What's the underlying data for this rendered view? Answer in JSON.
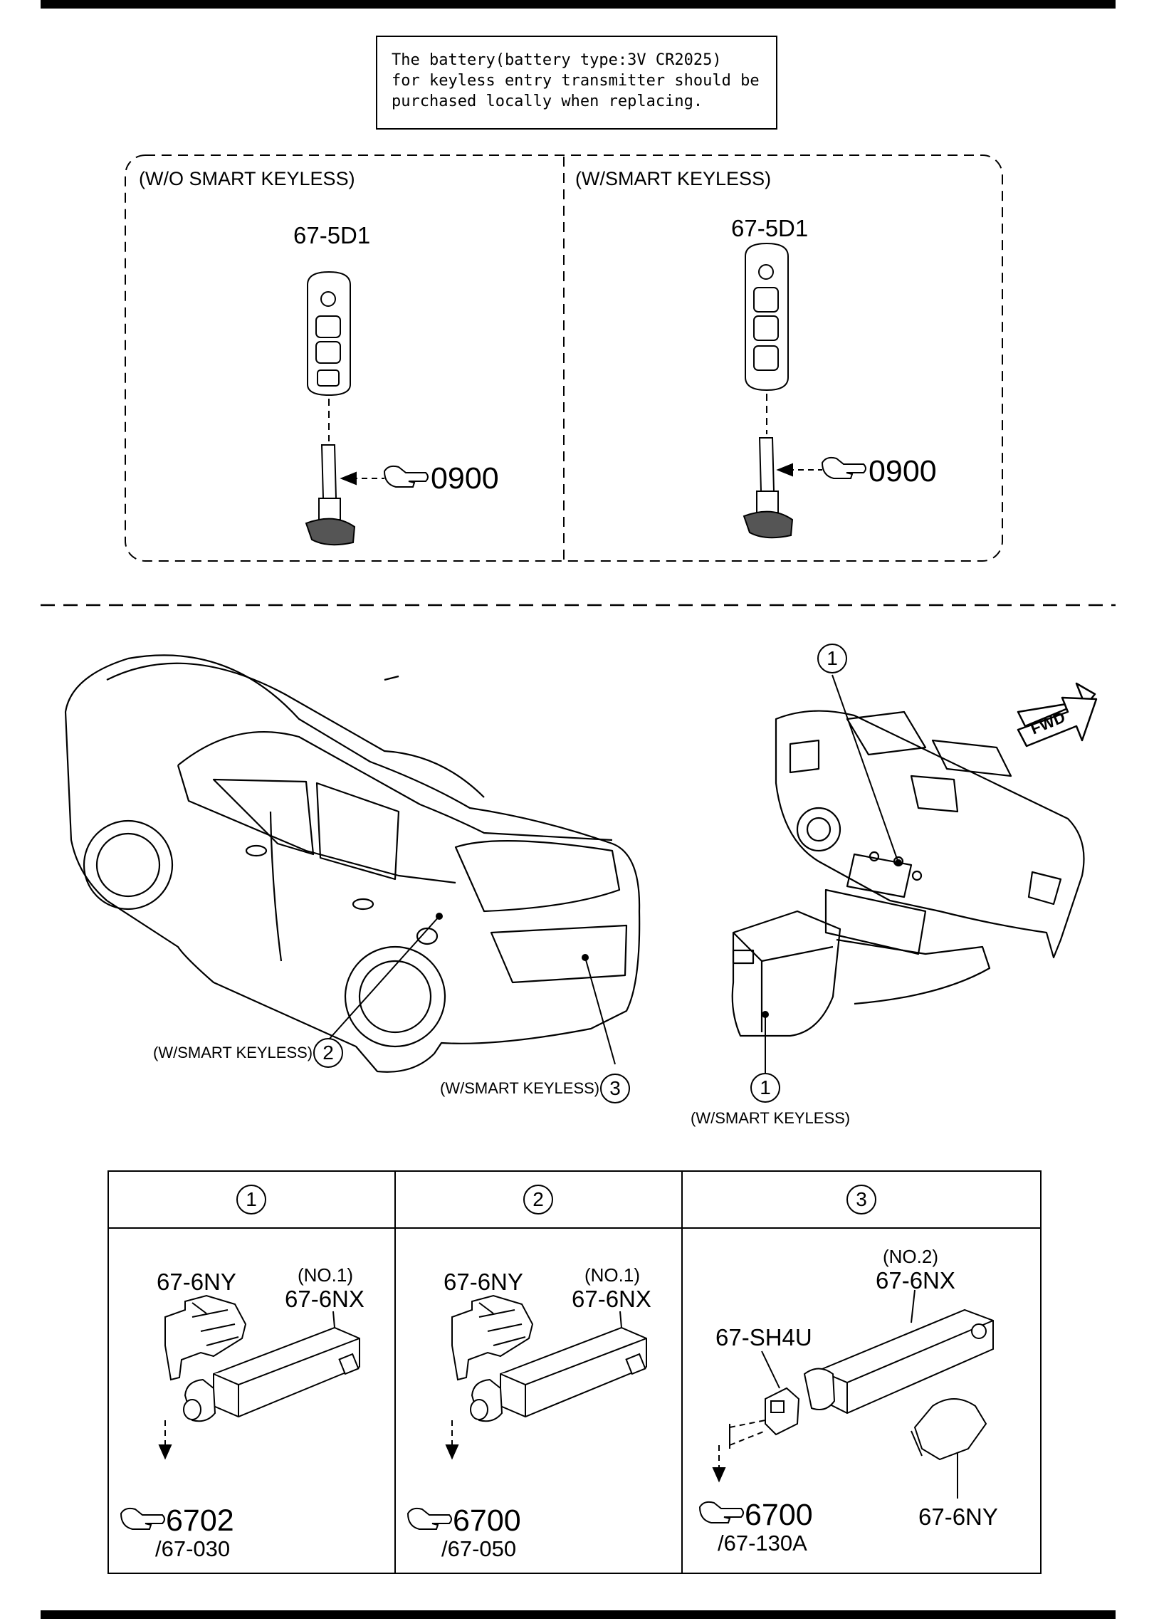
{
  "note": {
    "lines": [
      "The battery(battery type:3V CR2025)",
      "for keyless entry transmitter should be",
      "purchased locally when replacing."
    ]
  },
  "top_panel": {
    "left": {
      "condition": "(W/O SMART KEYLESS)",
      "part": "67-5D1",
      "ref": "0900"
    },
    "right": {
      "condition": "(W/SMART KEYLESS)",
      "part": "67-5D1",
      "ref": "0900"
    }
  },
  "vehicle": {
    "fwd": "FWD",
    "callouts": [
      {
        "num": "1",
        "condition": ""
      },
      {
        "num": "2",
        "condition": "(W/SMART KEYLESS)"
      },
      {
        "num": "3",
        "condition": "(W/SMART KEYLESS)"
      },
      {
        "num": "1",
        "condition": "(W/SMART KEYLESS)"
      }
    ]
  },
  "table": {
    "headers": [
      "1",
      "2",
      "3"
    ],
    "cells": [
      {
        "no": "(NO.1)",
        "antenna": "67-6NX",
        "bracket": "67-6NY",
        "ref": "6702",
        "sub": "/67-030"
      },
      {
        "no": "(NO.1)",
        "antenna": "67-6NX",
        "bracket": "67-6NY",
        "ref": "6700",
        "sub": "/67-050"
      },
      {
        "no": "(NO.2)",
        "antenna": "67-6NX",
        "cover": "67-SH4U",
        "bracket": "67-6NY",
        "ref": "6700",
        "sub": "/67-130A"
      }
    ]
  }
}
